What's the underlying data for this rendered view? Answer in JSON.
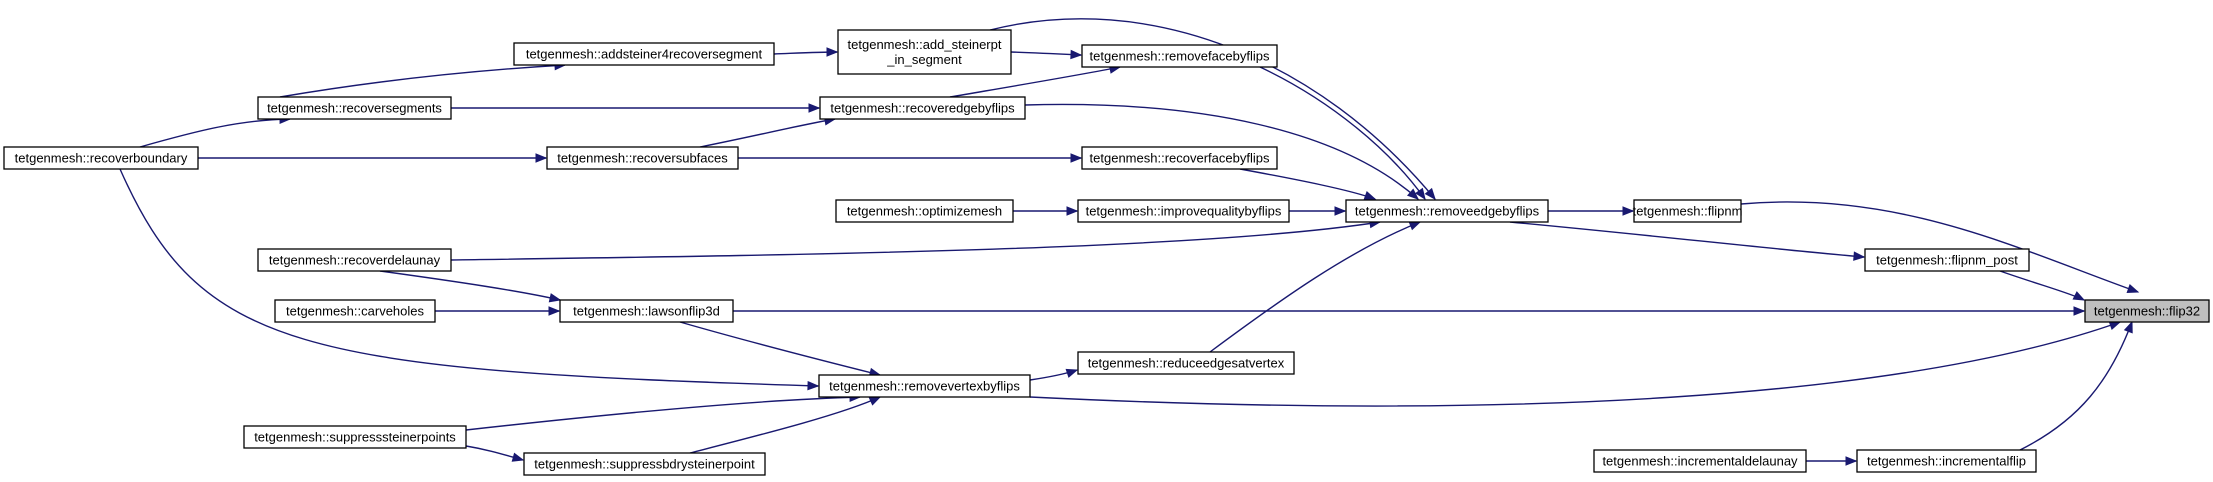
{
  "diagram": {
    "nodes": [
      {
        "id": "flip32",
        "label": "tetgenmesh::flip32",
        "highlight": true
      },
      {
        "id": "flipnm",
        "label": "tetgenmesh::flipnm"
      },
      {
        "id": "flipnm_post",
        "label": "tetgenmesh::flipnm_post"
      },
      {
        "id": "lawsonflip3d",
        "label": "tetgenmesh::lawsonflip3d"
      },
      {
        "id": "removevertexbyflips",
        "label": "tetgenmesh::removevertexbyflips"
      },
      {
        "id": "incrementalflip",
        "label": "tetgenmesh::incrementalflip"
      },
      {
        "id": "incrementaldelaunay",
        "label": "tetgenmesh::incrementaldelaunay"
      },
      {
        "id": "removeedgebyflips",
        "label": "tetgenmesh::removeedgebyflips"
      },
      {
        "id": "add_steinerpt",
        "label": [
          "tetgenmesh::add_steinerpt",
          "_in_segment"
        ]
      },
      {
        "id": "removefacebyflips",
        "label": "tetgenmesh::removefacebyflips"
      },
      {
        "id": "recoveredgebyflips",
        "label": "tetgenmesh::recoveredgebyflips"
      },
      {
        "id": "recoverfacebyflips",
        "label": "tetgenmesh::recoverfacebyflips"
      },
      {
        "id": "improvequalitybyflips",
        "label": "tetgenmesh::improvequalitybyflips"
      },
      {
        "id": "reduceedgesatvertex",
        "label": "tetgenmesh::reduceedgesatvertex"
      },
      {
        "id": "addsteiner4recoversegment",
        "label": "tetgenmesh::addsteiner4recoversegment"
      },
      {
        "id": "recoversegments",
        "label": "tetgenmesh::recoversegments"
      },
      {
        "id": "recoversubfaces",
        "label": "tetgenmesh::recoversubfaces"
      },
      {
        "id": "optimizemesh",
        "label": "tetgenmesh::optimizemesh"
      },
      {
        "id": "recoverdelaunay",
        "label": "tetgenmesh::recoverdelaunay"
      },
      {
        "id": "carveholes",
        "label": "tetgenmesh::carveholes"
      },
      {
        "id": "suppresssteinerpoints",
        "label": "tetgenmesh::suppresssteinerpoints"
      },
      {
        "id": "suppressbdrysteinerpoint",
        "label": "tetgenmesh::suppressbdrysteinerpoint"
      },
      {
        "id": "recoverboundary",
        "label": "tetgenmesh::recoverboundary"
      }
    ],
    "edges": [
      {
        "from": "flipnm",
        "to": "flip32"
      },
      {
        "from": "flipnm_post",
        "to": "flip32"
      },
      {
        "from": "lawsonflip3d",
        "to": "flip32"
      },
      {
        "from": "removevertexbyflips",
        "to": "flip32"
      },
      {
        "from": "incrementalflip",
        "to": "flip32"
      },
      {
        "from": "removeedgebyflips",
        "to": "flipnm"
      },
      {
        "from": "removeedgebyflips",
        "to": "flipnm_post"
      },
      {
        "from": "incrementaldelaunay",
        "to": "incrementalflip"
      },
      {
        "from": "add_steinerpt",
        "to": "removeedgebyflips"
      },
      {
        "from": "removefacebyflips",
        "to": "removeedgebyflips"
      },
      {
        "from": "recoveredgebyflips",
        "to": "removeedgebyflips"
      },
      {
        "from": "recoverfacebyflips",
        "to": "removeedgebyflips"
      },
      {
        "from": "improvequalitybyflips",
        "to": "removeedgebyflips"
      },
      {
        "from": "recoverdelaunay",
        "to": "removeedgebyflips"
      },
      {
        "from": "reduceedgesatvertex",
        "to": "removeedgebyflips"
      },
      {
        "from": "addsteiner4recoversegment",
        "to": "add_steinerpt"
      },
      {
        "from": "add_steinerpt",
        "to": "removefacebyflips"
      },
      {
        "from": "recoveredgebyflips",
        "to": "removefacebyflips"
      },
      {
        "from": "recoversegments",
        "to": "addsteiner4recoversegment"
      },
      {
        "from": "recoversegments",
        "to": "recoveredgebyflips"
      },
      {
        "from": "recoversubfaces",
        "to": "recoveredgebyflips"
      },
      {
        "from": "recoversubfaces",
        "to": "recoverfacebyflips"
      },
      {
        "from": "optimizemesh",
        "to": "improvequalitybyflips"
      },
      {
        "from": "removevertexbyflips",
        "to": "reduceedgesatvertex"
      },
      {
        "from": "recoverdelaunay",
        "to": "lawsonflip3d"
      },
      {
        "from": "carveholes",
        "to": "lawsonflip3d"
      },
      {
        "from": "lawsonflip3d",
        "to": "removevertexbyflips"
      },
      {
        "from": "suppresssteinerpoints",
        "to": "removevertexbyflips"
      },
      {
        "from": "suppressbdrysteinerpoint",
        "to": "removevertexbyflips"
      },
      {
        "from": "suppresssteinerpoints",
        "to": "suppressbdrysteinerpoint"
      },
      {
        "from": "recoverboundary",
        "to": "recoversegments"
      },
      {
        "from": "recoverboundary",
        "to": "recoversubfaces"
      },
      {
        "from": "recoverboundary",
        "to": "removevertexbyflips"
      }
    ]
  }
}
